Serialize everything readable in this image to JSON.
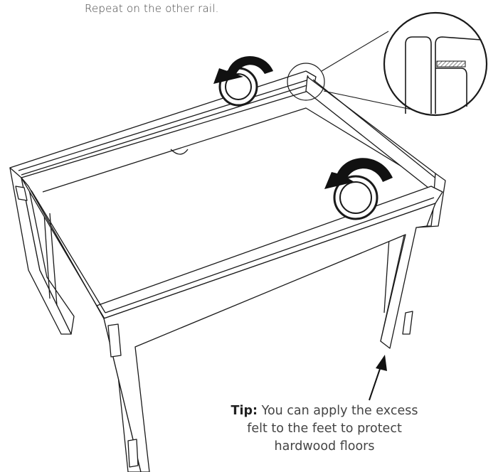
{
  "instruction": {
    "text": "Repeat on the other rail."
  },
  "tip": {
    "label": "Tip:",
    "line1": " You can apply the excess",
    "line2": "felt to the feet to protect",
    "line3": "hardwood floors"
  },
  "icons": {
    "rotate_arrow": "curved-rotate-arrow",
    "felt_roll": "felt-tape-roll",
    "pointer_arrow": "straight-arrow"
  },
  "colors": {
    "ink": "#1a1a1a",
    "hatch": "#555555",
    "background": "#ffffff"
  }
}
